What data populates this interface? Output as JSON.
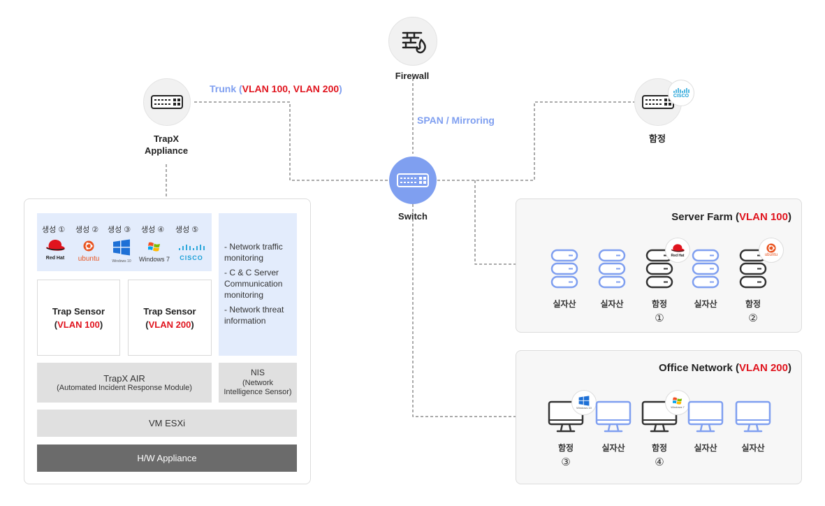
{
  "firewall": {
    "label": "Firewall"
  },
  "trapx": {
    "label_line1": "TrapX",
    "label_line2": "Appliance"
  },
  "switch": {
    "label": "Switch"
  },
  "decoy_switch": {
    "label": "함정"
  },
  "trunk": {
    "prefix": "Trunk (",
    "vlans": "VLAN 100, VLAN 200",
    "suffix": ")"
  },
  "span": {
    "label": "SPAN / Mirroring"
  },
  "appliance": {
    "gen_labels": [
      "생성 ①",
      "생성 ②",
      "생성 ③",
      "생성 ④",
      "생성 ⑤"
    ],
    "logos": [
      "Red Hat",
      "ubuntu",
      "Windows 10",
      "Windows 7",
      "CISCO"
    ],
    "features": [
      "- Network traffic monitoring",
      "- C & C Server Communication monitoring",
      "- Network threat information"
    ],
    "sensor1": {
      "title": "Trap Sensor",
      "open": "(",
      "vlan": "VLAN 100",
      "close": ")"
    },
    "sensor2": {
      "title": "Trap Sensor",
      "open": "(",
      "vlan": "VLAN 200",
      "close": ")"
    },
    "air": {
      "title": "TrapX AIR",
      "subtitle": "(Automated Incident Response Module)"
    },
    "nis": {
      "title": "NIS",
      "line1": "(Network",
      "line2": "Intelligence Sensor)"
    },
    "vm": "VM ESXi",
    "hw": "H/W Appliance"
  },
  "server_farm": {
    "title_prefix": "Server Farm (",
    "vlan": "VLAN 100",
    "title_suffix": ")",
    "devices": [
      {
        "label": "실자산",
        "num": "",
        "type": "real"
      },
      {
        "label": "실자산",
        "num": "",
        "type": "real"
      },
      {
        "label": "함정",
        "num": "①",
        "type": "trap",
        "badge": "Red Hat"
      },
      {
        "label": "실자산",
        "num": "",
        "type": "real"
      },
      {
        "label": "함정",
        "num": "②",
        "type": "trap",
        "badge": "ubuntu"
      }
    ]
  },
  "office": {
    "title_prefix": "Office Network (",
    "vlan": "VLAN 200",
    "title_suffix": ")",
    "devices": [
      {
        "label": "함정",
        "num": "③",
        "type": "trap",
        "badge": "Windows 10"
      },
      {
        "label": "실자산",
        "num": "",
        "type": "real"
      },
      {
        "label": "함정",
        "num": "④",
        "type": "trap",
        "badge": "Windows 7"
      },
      {
        "label": "실자산",
        "num": "",
        "type": "real"
      },
      {
        "label": "실자산",
        "num": "",
        "type": "real"
      }
    ]
  },
  "colors": {
    "accent_red": "#e0141e",
    "accent_blue": "#7f9ff0",
    "trap_dark": "#333333"
  }
}
